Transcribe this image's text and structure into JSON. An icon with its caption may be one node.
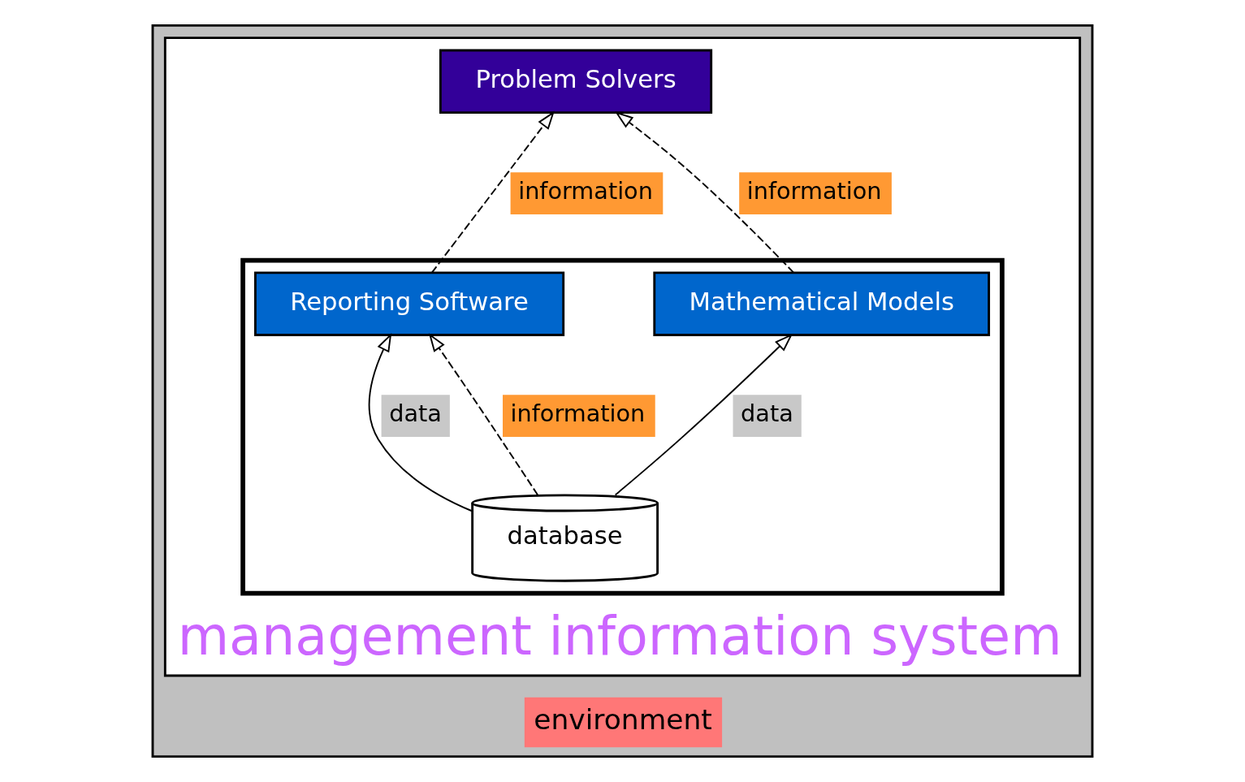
{
  "diagram": {
    "nodes": [
      {
        "text": [
          "environment"
        ]
      },
      {
        "text": [
          "management information system"
        ],
        "in": 0
      },
      {
        "text": [
          "Problem Solvers"
        ],
        "in": 1
      },
      {
        "text": [],
        "shape": "box",
        "in": 1
      },
      {
        "text": [
          "Reporting Software"
        ],
        "in": 3
      },
      {
        "text": [
          "Mathematical Models"
        ],
        "in": 3
      },
      {
        "text": [
          "database"
        ],
        "in": 3
      }
    ],
    "edges": [
      {
        "from": 4,
        "to": 2,
        "arrow": "to",
        "style": "dashed",
        "label": "information"
      },
      {
        "from": 5,
        "to": 2,
        "arrow": "to",
        "style": "dashed",
        "label": "information"
      },
      {
        "from": 6,
        "to": 4,
        "arrow": "to",
        "label": "data"
      },
      {
        "from": 6,
        "to": 5,
        "arrow": "to",
        "label": "data"
      },
      {
        "from": 6,
        "to": 4,
        "arrow": "to",
        "style": "dashed",
        "label": "information"
      }
    ]
  }
}
